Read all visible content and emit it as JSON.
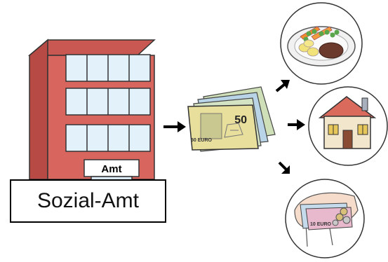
{
  "building": {
    "sign_label": "Amt"
  },
  "caption": "Sozial-Amt",
  "money": {
    "banknote_value": "50",
    "banknote_small_label": "50 EURO"
  },
  "pocket_money": {
    "banknote_value": "10 EURO"
  },
  "colors": {
    "building_front": "#d9655f",
    "building_side": "#b84a45",
    "window": "#e3f1fb",
    "banknote_green": "#cfe0b8",
    "banknote_yellow": "#e8df9c",
    "banknote_blue": "#b9d4e6",
    "arrow": "#000000"
  },
  "icons": [
    "building-icon",
    "money-icon",
    "food-plate-icon",
    "house-icon",
    "cash-in-hand-icon",
    "arrow-icon"
  ]
}
